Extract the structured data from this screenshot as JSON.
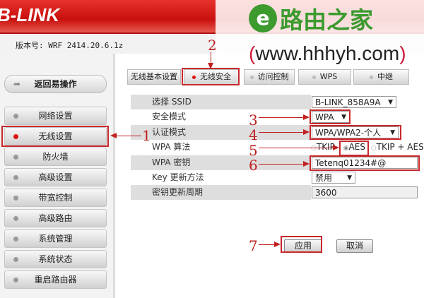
{
  "header": {
    "brand": "B-LINK",
    "version": "版本号: WRF 2414.20.6.1z"
  },
  "watermark": {
    "logo_text": "路由之家",
    "url": "www.hhhyh.com"
  },
  "sidebar": {
    "back": "返回易操作",
    "items": [
      {
        "label": "网络设置"
      },
      {
        "label": "无线设置",
        "active": true
      },
      {
        "label": "防火墙"
      },
      {
        "label": "高级设置"
      },
      {
        "label": "带宽控制"
      },
      {
        "label": "高级路由"
      },
      {
        "label": "系统管理"
      },
      {
        "label": "系统状态"
      },
      {
        "label": "重启路由器"
      }
    ]
  },
  "tabs": [
    {
      "label": "无线基本设置"
    },
    {
      "label": "无线安全",
      "active": true
    },
    {
      "label": "访问控制"
    },
    {
      "label": "WPS"
    },
    {
      "label": "中继"
    }
  ],
  "form": {
    "ssid": {
      "label": "选择 SSID",
      "value": "B-LINK_858A9A"
    },
    "mode": {
      "label": "安全模式",
      "value": "WPA"
    },
    "auth": {
      "label": "认证模式",
      "value": "WPA/WPA2-个人"
    },
    "algo": {
      "label": "WPA 算法",
      "options": [
        "TKIP",
        "AES",
        "TKIP + AES"
      ],
      "selected": "AES"
    },
    "key": {
      "label": "WPA 密钥",
      "value": "Tetenq01234#@"
    },
    "keyupdate": {
      "label": "Key 更新方法",
      "value": "禁用"
    },
    "period": {
      "label": "密钥更新周期",
      "value": "3600"
    }
  },
  "buttons": {
    "apply": "应用",
    "cancel": "取消"
  },
  "annotations": [
    "1",
    "2",
    "3",
    "4",
    "5",
    "6",
    "7"
  ],
  "colors": {
    "header_red": "#d01a16",
    "annotation": "#c02020",
    "watermark_green": "#3c9a2e"
  }
}
